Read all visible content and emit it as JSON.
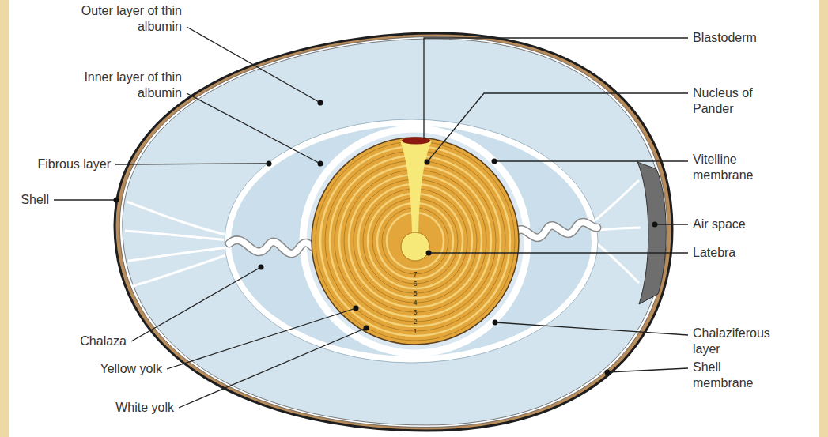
{
  "diagram": {
    "labels": [
      "Outer layer of thin albumin",
      "Inner layer of thin albumin",
      "Fibrous layer",
      "Shell",
      "Chalaza",
      "Yellow yolk",
      "White yolk",
      "Blastoderm",
      "Nucleus of Pander",
      "Vitelline membrane",
      "Air space",
      "Latebra",
      "Chalaziferous layer",
      "Shell membrane",
      "7",
      "6",
      "5",
      "4",
      "3",
      "2",
      "1"
    ]
  }
}
